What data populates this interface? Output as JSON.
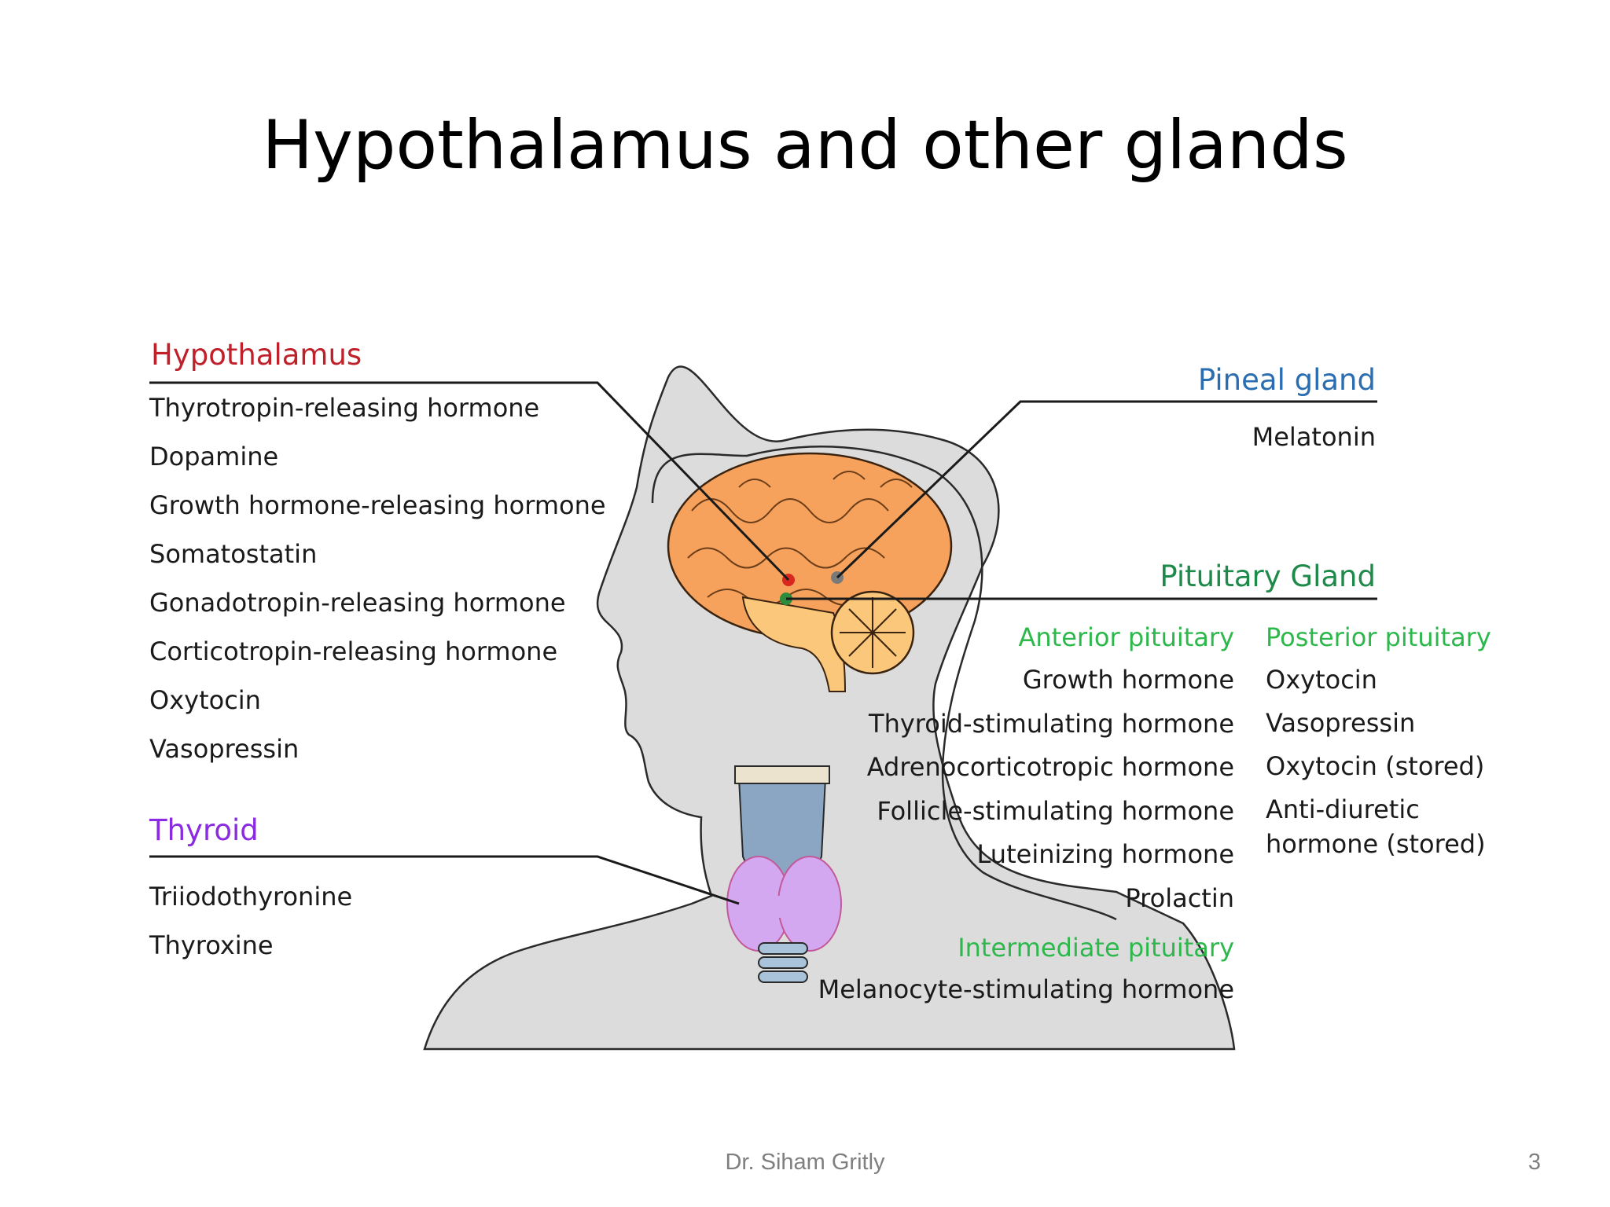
{
  "slide": {
    "title": "Hypothalamus and other glands"
  },
  "diagram": {
    "hypothalamus": {
      "heading": "Hypothalamus",
      "items": [
        "Thyrotropin-releasing hormone",
        "Dopamine",
        "Growth hormone-releasing hormone",
        "Somatostatin",
        "Gonadotropin-releasing hormone",
        "Corticotropin-releasing hormone",
        "Oxytocin",
        "Vasopressin"
      ]
    },
    "thyroid": {
      "heading": "Thyroid",
      "items": [
        "Triiodothyronine",
        "Thyroxine"
      ]
    },
    "pineal": {
      "heading": "Pineal gland",
      "items": [
        "Melatonin"
      ]
    },
    "pituitary": {
      "heading": "Pituitary Gland",
      "anterior": {
        "heading": "Anterior pituitary",
        "items": [
          "Growth hormone",
          "Thyroid-stimulating hormone",
          "Adrenocorticotropic hormone",
          "Follicle-stimulating hormone",
          "Luteinizing hormone",
          "Prolactin"
        ]
      },
      "posterior": {
        "heading": "Posterior pituitary",
        "items": [
          "Oxytocin",
          "Vasopressin",
          "Oxytocin (stored)",
          "Anti-diuretic",
          "hormone (stored)"
        ]
      },
      "intermediate": {
        "heading": "Intermediate pituitary",
        "items": [
          "Melanocyte-stimulating hormone"
        ]
      }
    },
    "colors": {
      "hypothalamus": "#c0202a",
      "thyroid": "#8a2be2",
      "pineal": "#2a6db0",
      "pituitary": "#1e8a4a",
      "sub_green": "#2db84c",
      "head": "#dcdcdc",
      "brain": "#f7a25c"
    }
  },
  "footer": {
    "author": "Dr. Siham Gritly",
    "page": "3"
  }
}
